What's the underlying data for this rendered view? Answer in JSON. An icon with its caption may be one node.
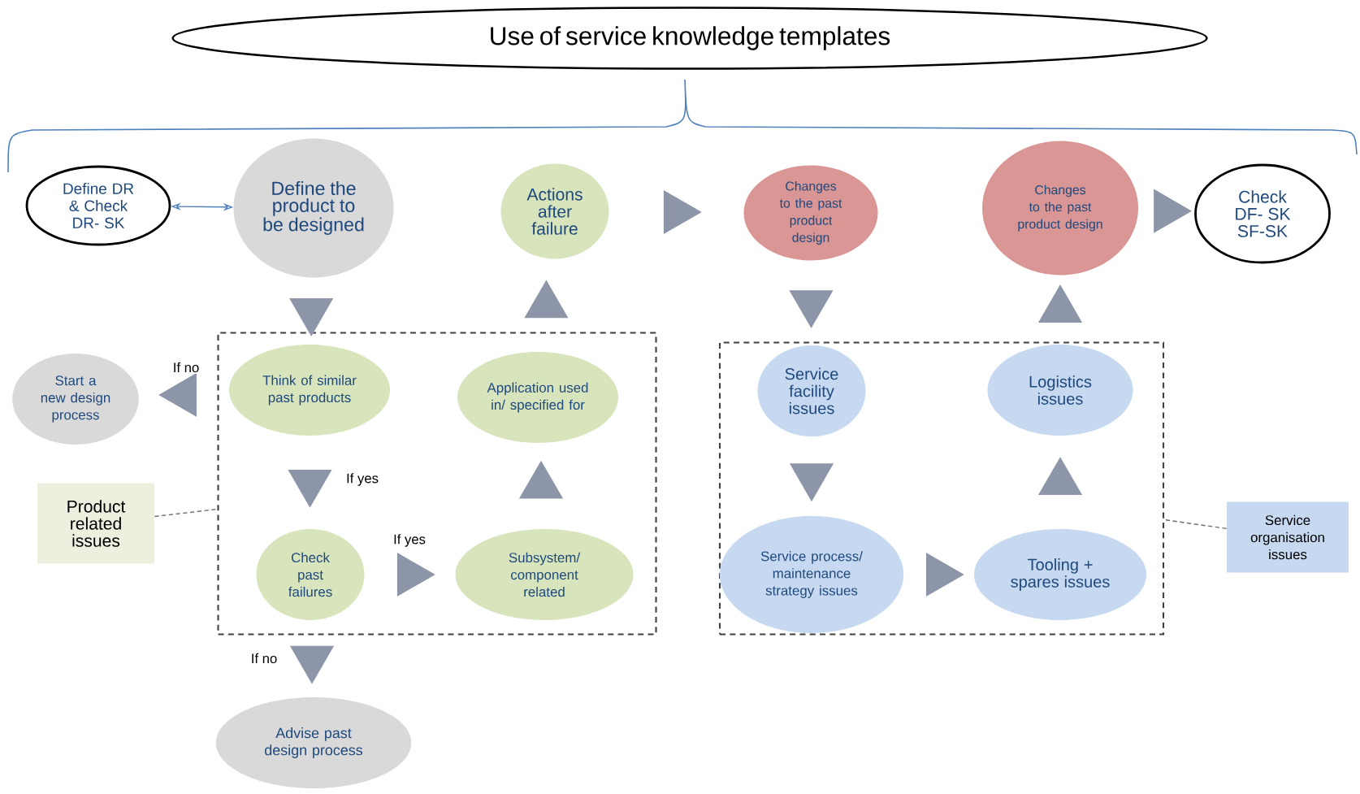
{
  "diagram": {
    "nodes": [
      {
        "text": [
          "Use of service knowledge templates"
        ]
      },
      {
        "text": [
          "Define DR & Check DR- SK"
        ]
      },
      {
        "text": [
          "Define the product to be designed"
        ]
      },
      {
        "text": [
          "Actions after failure"
        ]
      },
      {
        "text": [
          "Changes to the past product design"
        ]
      },
      {
        "text": [
          "Changes to the past product design"
        ]
      },
      {
        "text": [
          "Check DF- SK SF-SK"
        ]
      },
      {
        "text": [
          "Start a new design process"
        ]
      },
      {
        "text": [],
        "shape": "box"
      },
      {
        "text": [
          "Think of similar past products"
        ],
        "in": 8
      },
      {
        "text": [
          "Application used in/ specified for"
        ],
        "in": 8
      },
      {
        "text": [
          "Check past failures"
        ],
        "in": 8
      },
      {
        "text": [
          "Subsystem/ component related"
        ],
        "in": 8
      },
      {
        "text": [
          "Product related issues"
        ]
      },
      {
        "text": [],
        "shape": "box"
      },
      {
        "text": [
          "Service facility issues"
        ],
        "in": 14
      },
      {
        "text": [
          "Logistics issues"
        ],
        "in": 14
      },
      {
        "text": [
          "Service process/ maintenance strategy issues"
        ],
        "in": 14
      },
      {
        "text": [
          "Tooling + spares issues"
        ],
        "in": 14
      },
      {
        "text": [
          "Service organisation issues"
        ]
      },
      {
        "text": [
          "Advise past design process"
        ]
      }
    ],
    "edges": [
      {
        "from": 1,
        "to": 2,
        "arrow": "both",
        "color": "#4f81bd"
      },
      {
        "from": 2,
        "to": 9,
        "arrow": "to"
      },
      {
        "from": 10,
        "to": 3,
        "arrow": "to"
      },
      {
        "from": 3,
        "to": 4,
        "arrow": "to"
      },
      {
        "from": 4,
        "to": 15,
        "arrow": "to"
      },
      {
        "from": 16,
        "to": 5,
        "arrow": "to"
      },
      {
        "from": 5,
        "to": 6,
        "arrow": "to"
      },
      {
        "from": 9,
        "to": 7,
        "arrow": "to",
        "label": "If no"
      },
      {
        "from": 9,
        "to": 11,
        "arrow": "to",
        "label": "If yes"
      },
      {
        "from": 11,
        "to": 12,
        "arrow": "to",
        "label": "If yes"
      },
      {
        "from": 12,
        "to": 10,
        "arrow": "to"
      },
      {
        "from": 15,
        "to": 17,
        "arrow": "to"
      },
      {
        "from": 17,
        "to": 18,
        "arrow": "to"
      },
      {
        "from": 18,
        "to": 16,
        "arrow": "to"
      },
      {
        "from": 11,
        "to": 20,
        "arrow": "to",
        "label": "If no"
      },
      {
        "from": 13,
        "to": 8,
        "arrow": "none",
        "style": "dashed"
      },
      {
        "from": 19,
        "to": 14,
        "arrow": "none",
        "style": "dashed"
      }
    ]
  }
}
